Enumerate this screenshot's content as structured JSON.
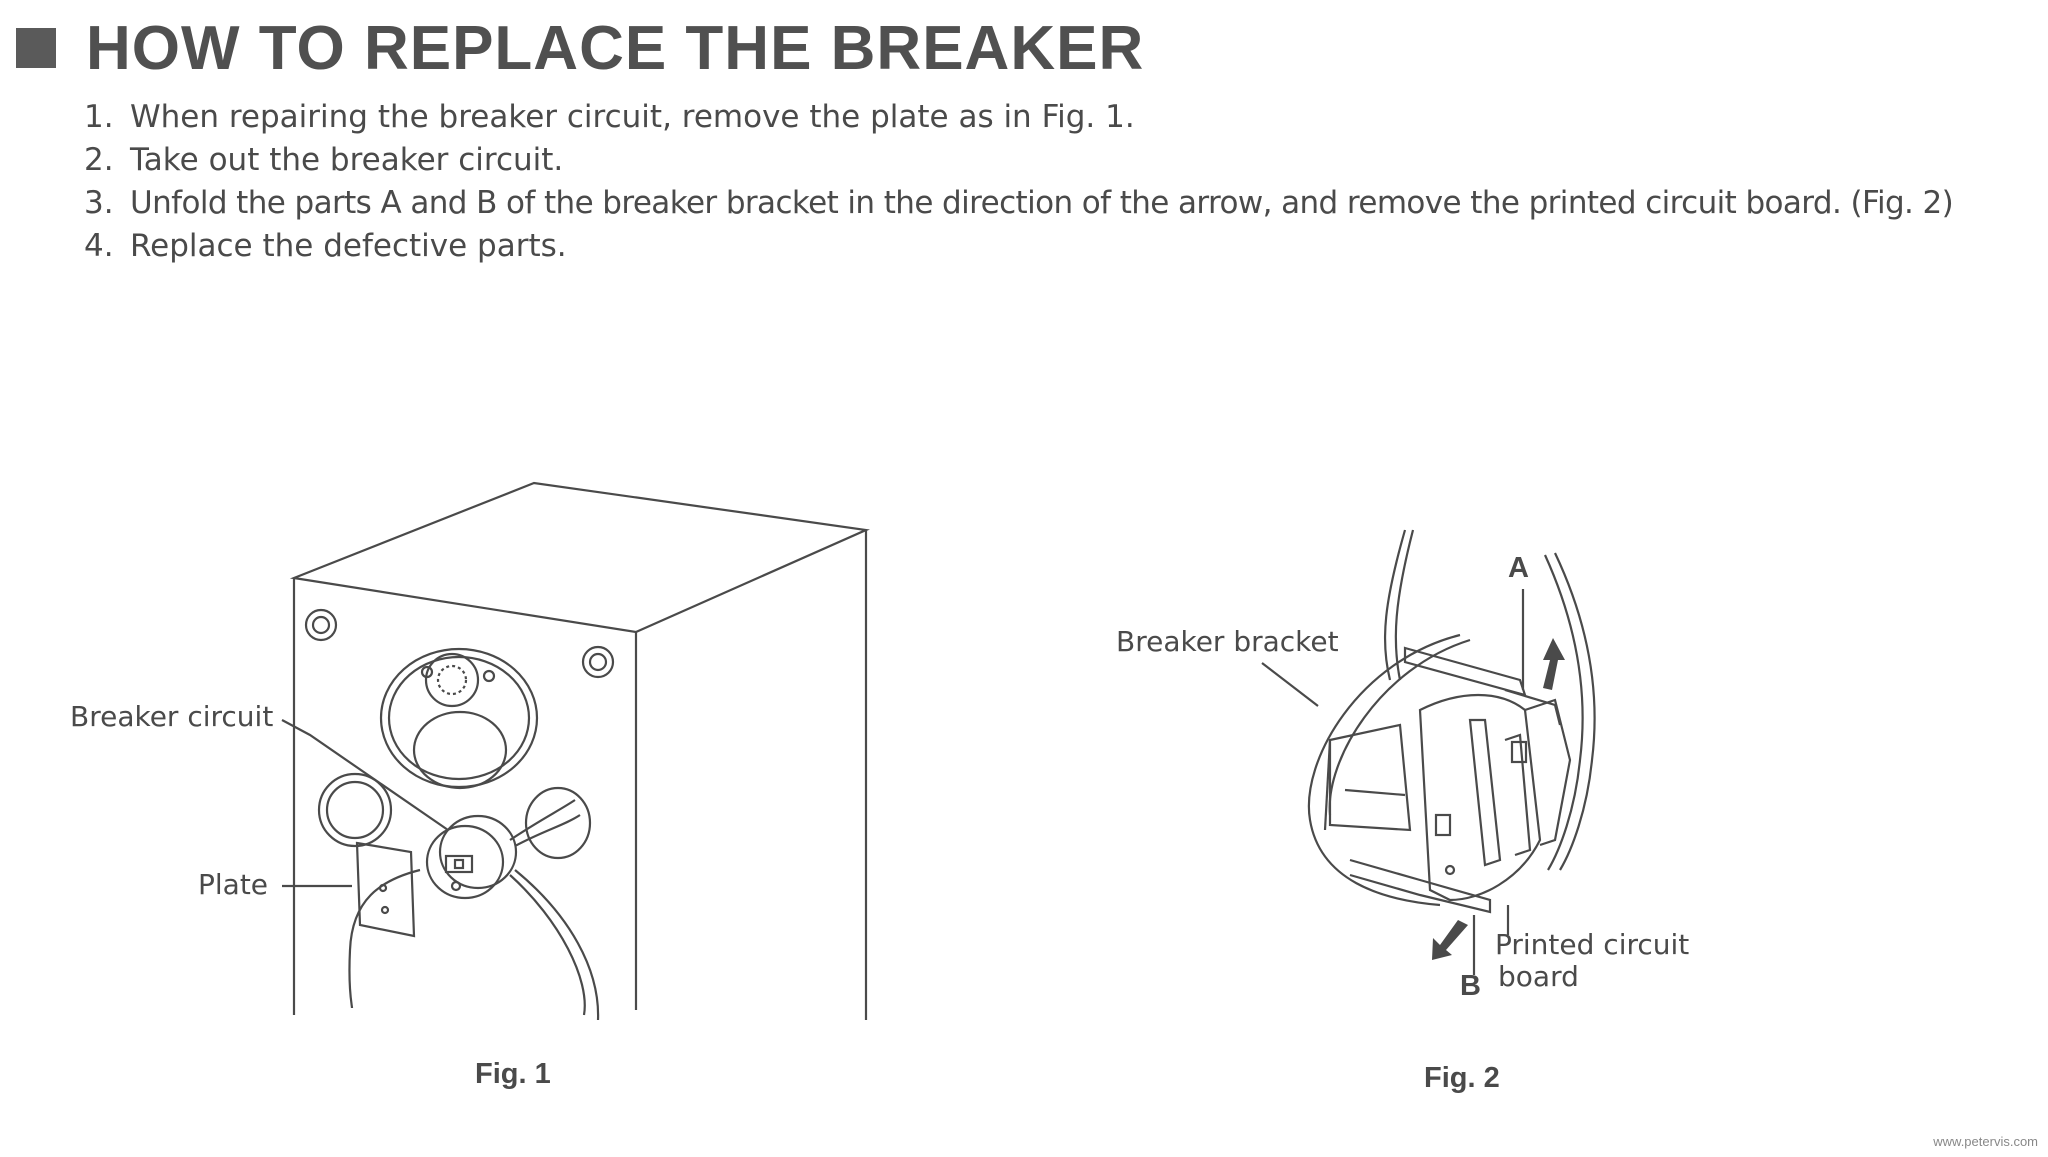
{
  "title": "HOW TO REPLACE THE BREAKER",
  "steps": [
    {
      "num": "1.",
      "text": "When repairing the breaker circuit, remove the plate as in Fig. 1."
    },
    {
      "num": "2.",
      "text": "Take out the breaker circuit."
    },
    {
      "num": "3.",
      "text": "Unfold the parts A and B of the breaker bracket in the direction of the arrow, and remove the printed circuit board. (Fig. 2)"
    },
    {
      "num": "4.",
      "text": "Replace the defective parts."
    }
  ],
  "fig1": {
    "caption": "Fig. 1",
    "labels": {
      "breaker_circuit": "Breaker circuit",
      "plate": "Plate"
    }
  },
  "fig2": {
    "caption": "Fig. 2",
    "labels": {
      "breaker_bracket": "Breaker bracket",
      "a": "A",
      "b": "B",
      "pcb_line1": "Printed circuit",
      "pcb_line2": "board"
    }
  },
  "footer": "www.petervis.com",
  "colors": {
    "ink": "#4a4a4a",
    "heading": "#505050",
    "background": "#ffffff"
  }
}
